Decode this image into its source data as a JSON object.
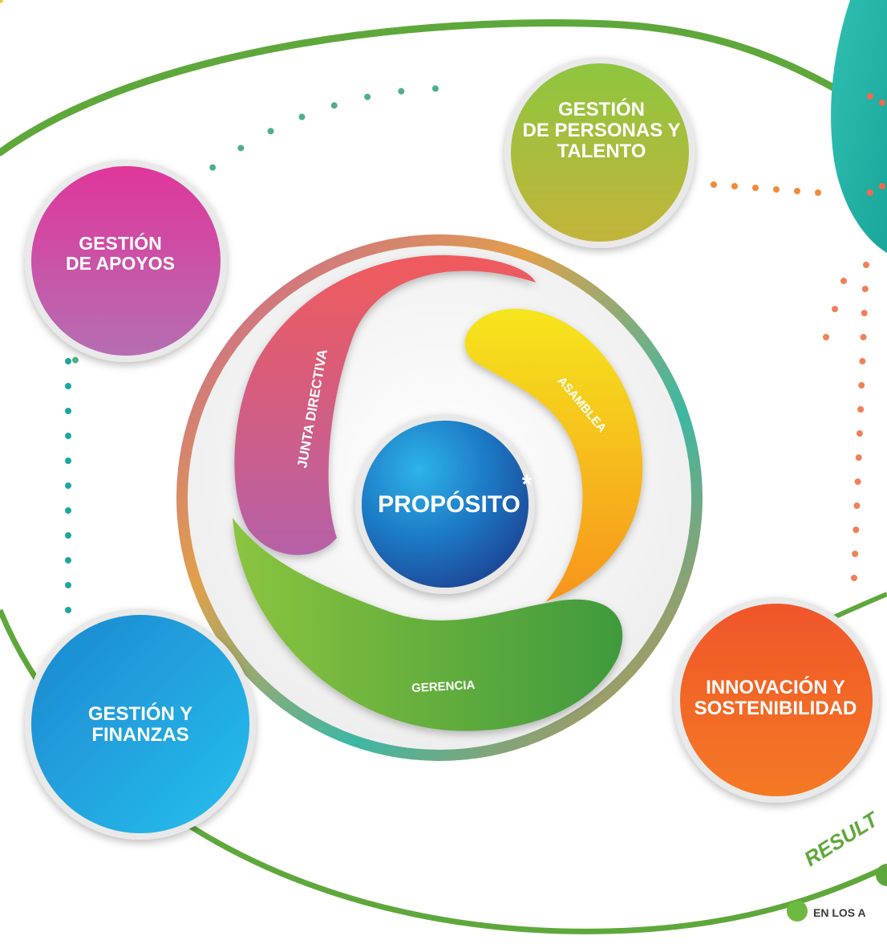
{
  "diagram": {
    "center": {
      "label": "PROPÓSITO",
      "mark": "*"
    },
    "inner_segments": [
      {
        "id": "junta",
        "label": "JUNTA DIRECTIVA"
      },
      {
        "id": "asamblea",
        "label": "ASAMBLEA"
      },
      {
        "id": "gerencia",
        "label": "GERENCIA"
      }
    ],
    "outer_nodes": {
      "personas": {
        "label": "GESTIÓN\nDE PERSONAS Y\nTALENTO"
      },
      "apoyos": {
        "label": "GESTIÓN\nDE APOYOS"
      },
      "finanzas": {
        "label": "GESTIÓN Y\nFINANZAS"
      },
      "innovacion": {
        "label": "INNOVACIÓN Y\nSOSTENIBILIDAD"
      }
    },
    "edge_labels": {
      "result": "RESULT",
      "bottom": "EN LOS A"
    }
  },
  "colors": {
    "personas": [
      "#8dc63f",
      "#c4b43a"
    ],
    "apoyos": [
      "#e0359a",
      "#b56fb2"
    ],
    "finanzas": [
      "#27b6ea",
      "#1c7fc4"
    ],
    "innovacion": [
      "#f26a21",
      "#e8511f"
    ],
    "teal": "#21b5a8",
    "green_arc": "#5ea83b",
    "center": [
      "#29a8e0",
      "#1a4d9c"
    ]
  }
}
